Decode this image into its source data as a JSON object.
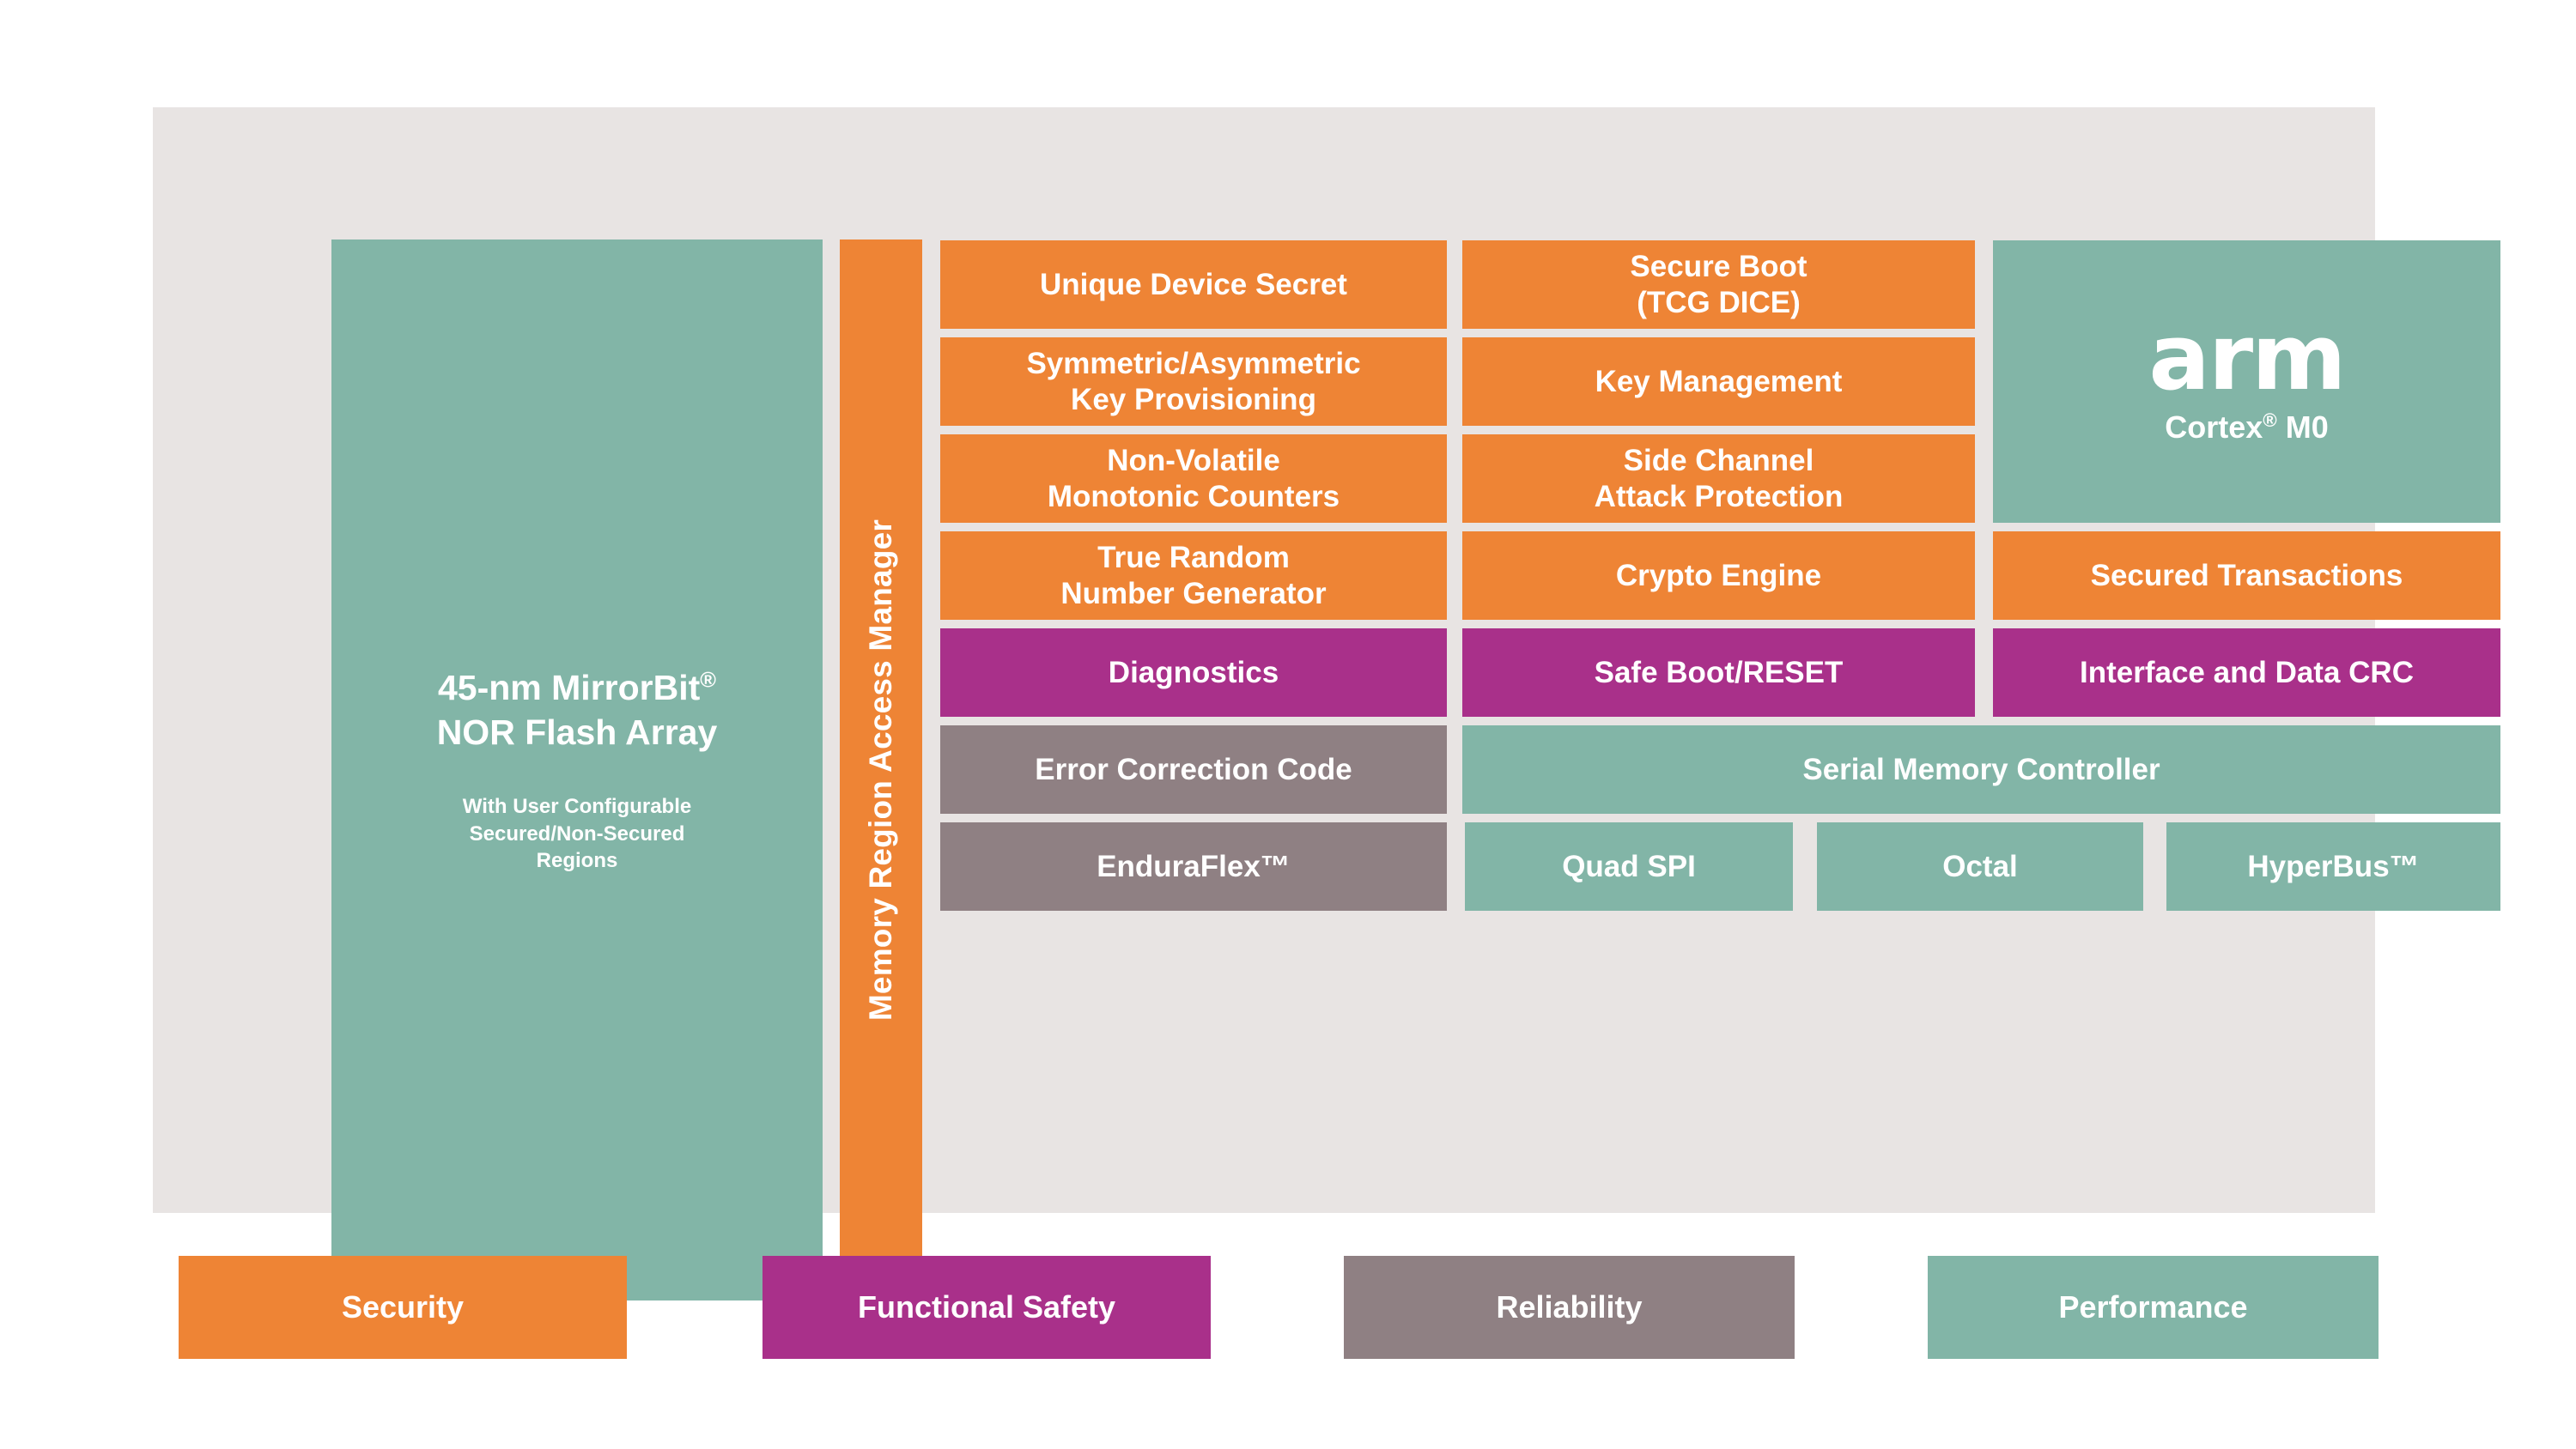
{
  "diagram": {
    "left_panel": {
      "title_line1": "45-nm MirrorBit",
      "title_reg": "®",
      "title_line2": "NOR Flash Array",
      "subtitle_line1": "With User Configurable",
      "subtitle_line2": "Secured/Non-Secured",
      "subtitle_line3": "Regions",
      "color": "#82B5A7"
    },
    "access_manager": {
      "label": "Memory Region Access Manager",
      "color": "#EE8435"
    },
    "processor": {
      "logo": "arm",
      "sub_prefix": "Cortex",
      "sub_reg": "®",
      "sub_suffix": " M0",
      "color": "#82B5A7"
    },
    "blocks": {
      "unique_device_secret": "Unique Device Secret",
      "secure_boot_l1": "Secure Boot",
      "secure_boot_l2": "(TCG DICE)",
      "key_provisioning_l1": "Symmetric/Asymmetric",
      "key_provisioning_l2": "Key Provisioning",
      "key_management": "Key Management",
      "monotonic_counters_l1": "Non-Volatile",
      "monotonic_counters_l2": "Monotonic Counters",
      "side_channel_l1": "Side Channel",
      "side_channel_l2": "Attack Protection",
      "trng_l1": "True Random",
      "trng_l2": "Number Generator",
      "crypto_engine": "Crypto Engine",
      "secured_transactions": "Secured Transactions",
      "diagnostics": "Diagnostics",
      "safe_boot_reset": "Safe Boot/RESET",
      "interface_data_crc": "Interface and Data CRC",
      "error_correction_code": "Error Correction Code",
      "serial_memory_controller": "Serial Memory Controller",
      "enduraflex": "EnduraFlex™",
      "quad_spi": "Quad SPI",
      "octal": "Octal",
      "hyperbus": "HyperBus™"
    }
  },
  "legend": {
    "items": [
      {
        "label": "Security",
        "color": "#EE8435"
      },
      {
        "label": "Functional Safety",
        "color": "#A9308A"
      },
      {
        "label": "Reliability",
        "color": "#8F8083"
      },
      {
        "label": "Performance",
        "color": "#82B5A7"
      }
    ]
  },
  "palette": {
    "security_orange": "#EE8435",
    "functional_safety_magenta": "#A9308A",
    "reliability_gray": "#8F8083",
    "performance_teal": "#82B5A7",
    "background_panel": "#E8E4E3",
    "page_background": "#FFFFFF"
  }
}
